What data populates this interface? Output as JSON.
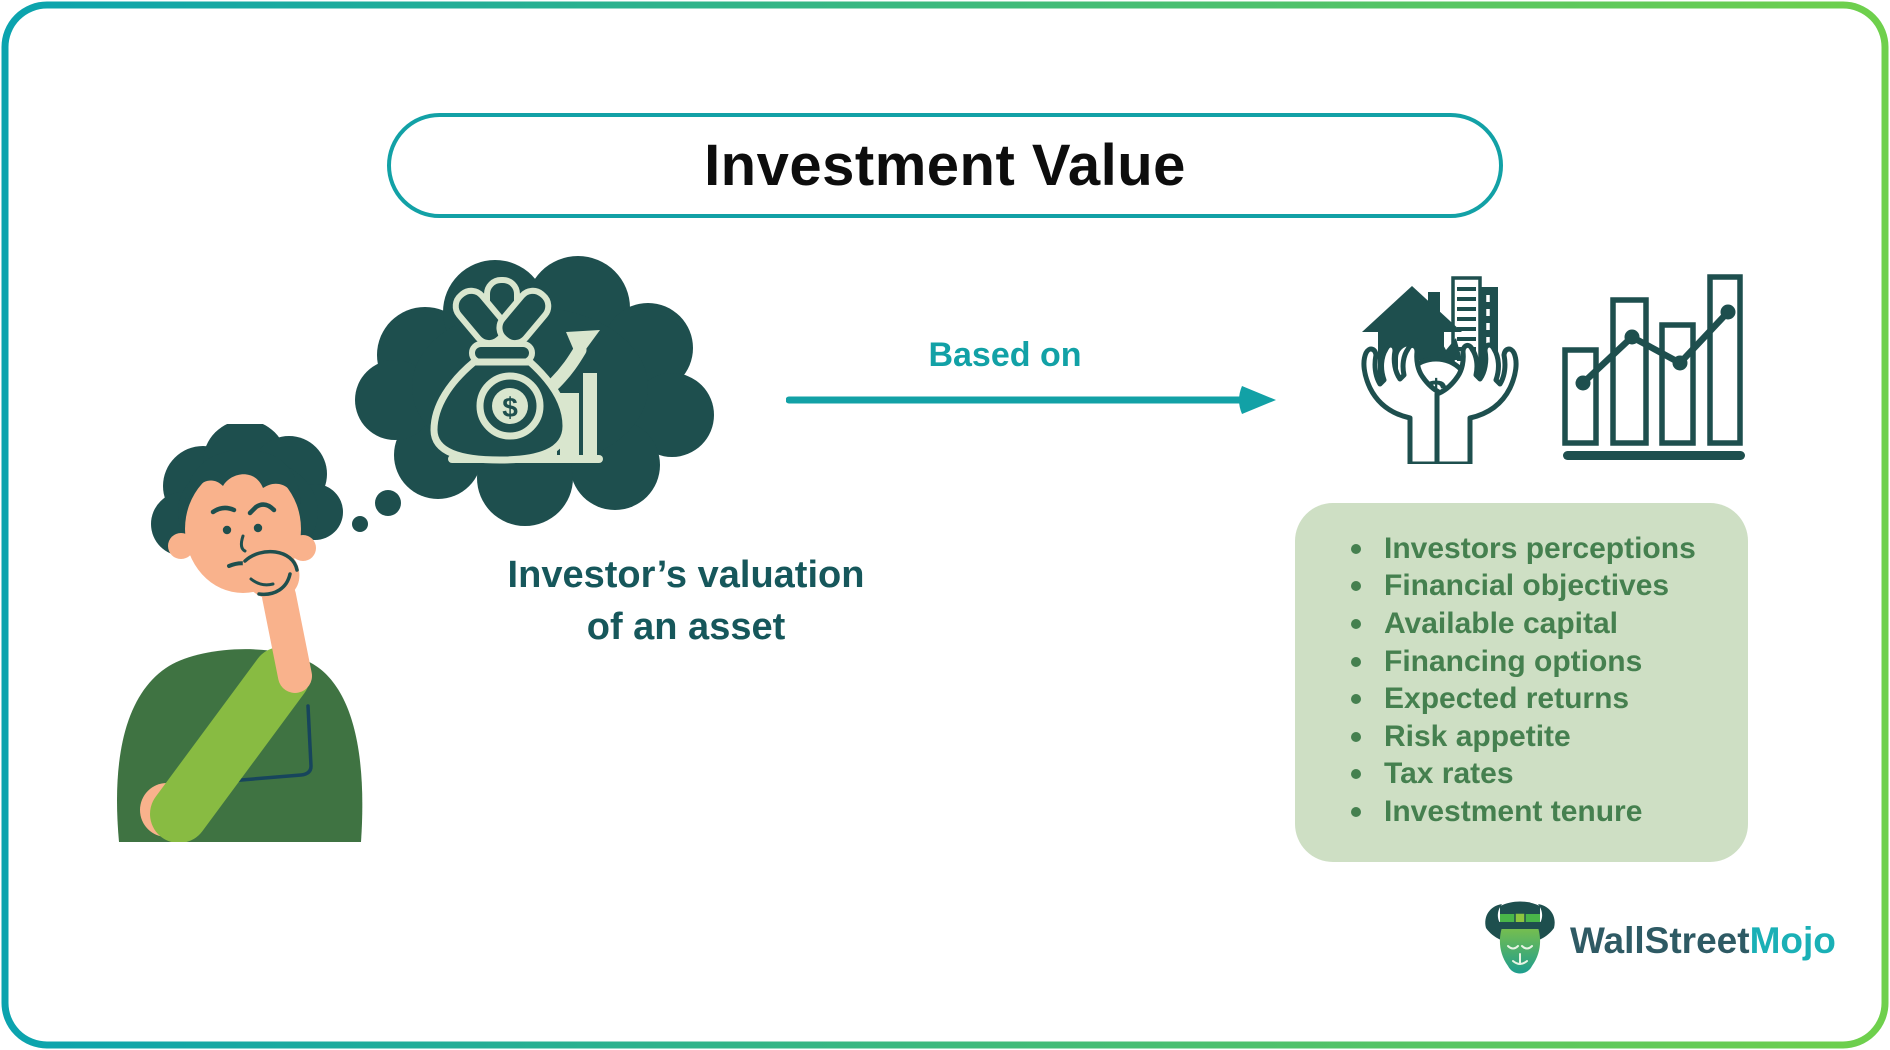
{
  "header": {
    "title": "Investment Value"
  },
  "thinker": {
    "caption_line1": "Investor’s valuation",
    "caption_line2": "of an asset"
  },
  "flow": {
    "arrow_label": "Based on"
  },
  "factors": {
    "items": [
      "Investors perceptions",
      "Financial objectives",
      "Available capital",
      "Financing options",
      "Expected returns",
      "Risk appetite",
      "Tax rates",
      "Investment tenure"
    ]
  },
  "logo": {
    "text_primary": "WallStreet",
    "text_accent": "Mojo"
  },
  "icons": {
    "dollar_symbol": "$",
    "bubble_icon": "money-bag-with-growth-chart",
    "assets_icon": "hands-holding-house-and-money",
    "chart_icon": "bar-chart-with-trend-line",
    "mascot_icon": "bull-with-top-hat"
  },
  "colors": {
    "accent_teal": "#12A1A6",
    "dark_teal": "#1E4F4E",
    "icon_light": "#D9E6CE",
    "factors_box_bg": "#CEDFC4",
    "factors_text": "#45804F",
    "border_gradient_start": "#0BA3AE",
    "border_gradient_end": "#6FD04C",
    "caption_text": "#16575B",
    "title_text": "#0D0D0D",
    "logo_primary": "#2E5A64",
    "logo_accent": "#1AB0B6",
    "skin": "#F9B28C",
    "sweater_green": "#3F7342",
    "sleeve_green": "#88BB42",
    "hat_band_green": "#49B649",
    "bull_head_light": "#8CC63F",
    "bull_head_teal": "#1E9E8E",
    "collar_line": "#17455C"
  }
}
